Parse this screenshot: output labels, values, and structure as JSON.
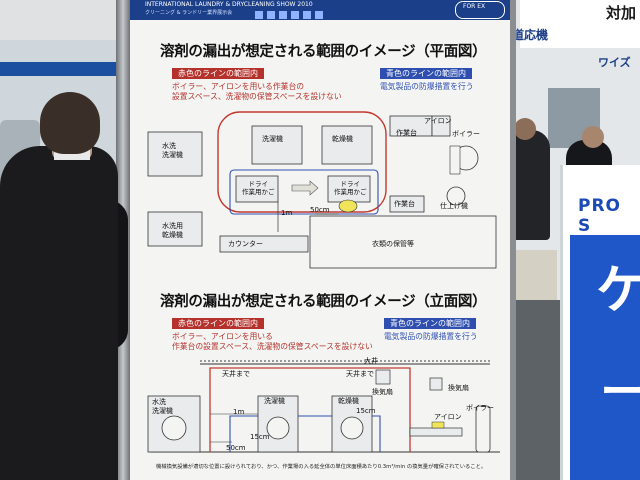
{
  "poster": {
    "header_line1": "INTERNATIONAL LAUNDRY & DRYCLEANING SHOW 2010",
    "header_line2": "クリーニング & ランドリー業界展示会",
    "header_logo": "FOR EX"
  },
  "plan": {
    "title": "溶剤の漏出が想定される範囲のイメージ（平面図）",
    "red_label": "赤色のラインの範囲内",
    "red_text_1": "ボイラー、アイロンを用いる作業台の",
    "red_text_2": "設置スペース、洗濯物の保管スペースを設けない",
    "blue_label": "青色のラインの範囲内",
    "blue_text_1": "電気製品の防爆措置を行う",
    "labels": {
      "washer_water": "水洗\n洗濯機",
      "washing_machine": "洗濯機",
      "dryer": "乾燥機",
      "workbench": "作業台",
      "iron": "アイロン",
      "boiler": "ボイラー",
      "dry_basket_1": "ドライ\n作業用かご",
      "dry_basket_2": "ドライ\n作業用かご",
      "dim_1m": "1m",
      "dim_50cm": "50cm",
      "workbench_2": "作業台",
      "finishing": "仕上げ機",
      "water_dryer": "水洗用\n乾燥機",
      "counter": "カウンター",
      "storage": "衣類の保管等"
    }
  },
  "elev": {
    "title": "溶剤の漏出が想定される範囲のイメージ（立面図）",
    "red_label": "赤色のラインの範囲内",
    "red_text_1": "ボイラー、アイロンを用いる",
    "red_text_2": "作業台の設置スペース、洗濯物の保管スペースを設けない",
    "blue_label": "青色のラインの範囲内",
    "blue_text_1": "電気製品の防爆措置を行う",
    "labels": {
      "ceiling": "大井",
      "to_ceiling_1": "天井まで",
      "to_ceiling_2": "天井まで",
      "ventilator": "換気扇",
      "ventilator_2": "換気扇",
      "washer_water": "水洗\n洗濯機",
      "washing_machine": "洗濯機",
      "dryer": "乾燥機",
      "dim_15cm_1": "15cm",
      "dim_15cm_2": "15cm",
      "dim_1m": "1m",
      "dim_50cm": "50cm",
      "iron": "アイロン",
      "boiler": "ボイラー"
    },
    "footnote": "機械換気設備が適切な位置に設けられており、かつ、作業場の入る延全体の単位床面積あたり0.3m³/min の換気量が確保されていること。"
  },
  "scene": {
    "pro_text": "PRO S",
    "pro_glyph_1": "ケ",
    "pro_glyph_2": "ー",
    "right_sign": "対加",
    "right_booth_text_1": "道応機",
    "right_booth_text_2": "ワイズ"
  }
}
